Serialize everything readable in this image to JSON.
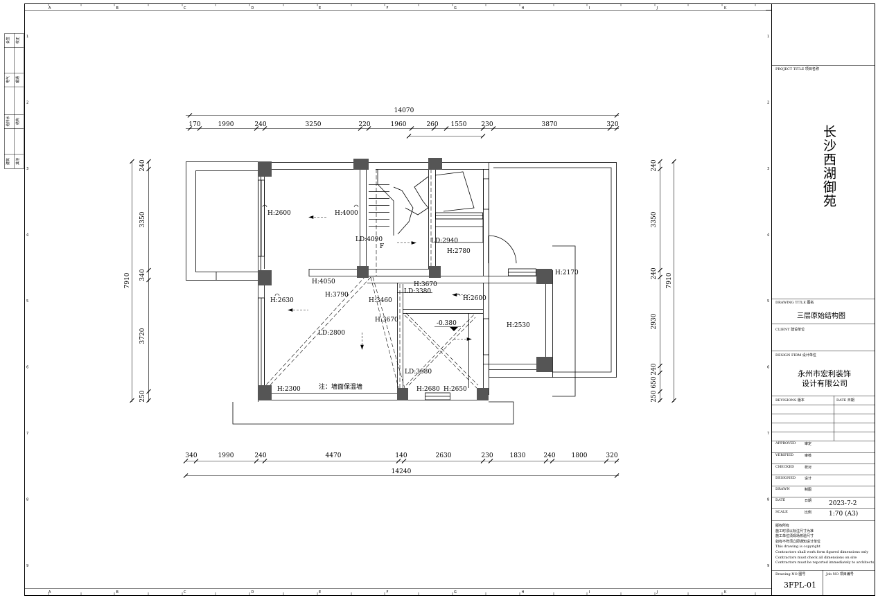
{
  "project_title_label": "PROJECT TITLE  项目名称",
  "project_title": "长沙西湖御苑",
  "drawing_title_label": "DRAWING TITLE  图名",
  "drawing_title": "三层原始结构图",
  "client_label": "CLIENT  建设单位",
  "design_firm_label": "DESIGN FIRM  设计单位",
  "design_firm_line1": "永州市宏利装饰",
  "design_firm_line2": "设计有限公司",
  "revisions_label": "REVISIONS  版本",
  "date_col_label": "DATE  日期",
  "approved_label": "APPROVED",
  "approved_cn": "审定",
  "verified_label": "VERIFIED",
  "verified_cn": "审核",
  "checked_label": "CHECKED",
  "checked_cn": "校对",
  "designed_label": "DESIGNED",
  "designed_cn": "设计",
  "drawn_label": "DRAWN",
  "drawn_cn": "制图",
  "date_label": "DATE",
  "date_cn": "日期",
  "date_value": "2023-7-2",
  "scale_label": "SCALE",
  "scale_cn": "比例",
  "scale_value": "1:70 (A3)",
  "notes": [
    "版权所有",
    "施工时须以标注尺寸为准",
    "施工单位须现场校验尺寸",
    "如有不符须立即通知设计单位",
    "This drawing is copyright",
    "Contractors shall work form figured dimensions only",
    "Contractors must check all dimensions on site",
    "Contractors must be reported immediately to architects"
  ],
  "drawing_no_label": "Drawing NO  图号",
  "job_no_label": "Job NO  项目编号",
  "drawing_no": "3FPL-01",
  "left_strip": [
    "会签",
    "校正",
    "电气",
    "暖通",
    "给排水",
    "结构",
    "建筑",
    "其他"
  ],
  "col_letters": [
    "A",
    "B",
    "C",
    "D",
    "E",
    "F",
    "G",
    "H",
    "I",
    "J",
    "K"
  ],
  "row_numbers": [
    "1",
    "2",
    "3",
    "4",
    "5",
    "6",
    "7",
    "8",
    "9"
  ],
  "dims_top_total": "14070",
  "dims_top": [
    "170",
    "1990",
    "240",
    "3250",
    "220",
    "1960",
    "260",
    "1550",
    "230",
    "3870",
    "320"
  ],
  "dims_bottom_total": "14240",
  "dims_bottom": [
    "340",
    "1990",
    "240",
    "4470",
    "140",
    "2630",
    "230",
    "1830",
    "240",
    "1800",
    "320"
  ],
  "dims_left_total": "7910",
  "dims_left": [
    "240",
    "3350",
    "340",
    "3720",
    "250"
  ],
  "dims_right_total": "7910",
  "dims_right": [
    "240",
    "3350",
    "240",
    "2930",
    "240",
    "650",
    "250"
  ],
  "heights": {
    "h2600a": "H:2600",
    "h4000": "H:4000",
    "ld4090": "LD:4090",
    "ld2940": "LD:2940",
    "h2780": "H:2780",
    "h2170": "H:2170",
    "h4050": "H:4050",
    "h3670a": "H:3670",
    "h3790": "H:3790",
    "h3460": "H:3460",
    "ld3380": "LD:3380",
    "h2600b": "H:2600",
    "h2630": "H:2630",
    "h3670b": "H:3670",
    "lvl": "-0.380",
    "h2530": "H:2530",
    "ld2800": "LD:2800",
    "ld3680": "LD:3680",
    "h2300": "H:2300",
    "h2680": "H:2680",
    "h2650": "H:2650"
  },
  "note_wall": "注：墙面保温墙",
  "stair_mark": "F"
}
